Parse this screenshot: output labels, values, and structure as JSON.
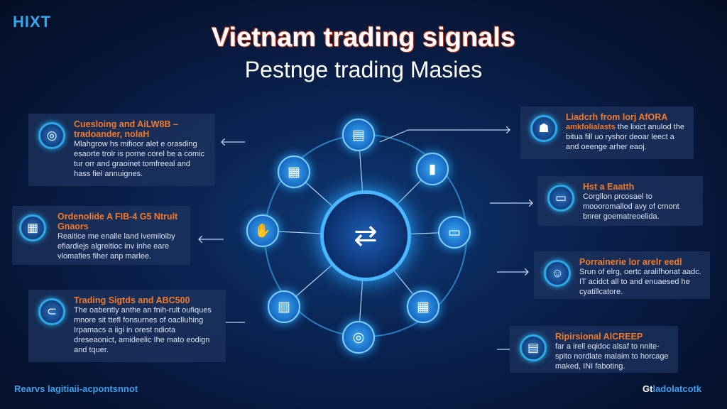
{
  "header": {
    "logo": "HIXT",
    "title": "Vietnam trading signals",
    "subtitle": "Pestnge trading Masies"
  },
  "cards": [
    {
      "title": "Cuesloing and AiLW8B – tradoander, nolaH",
      "body": "Mlahgrow hs mifioor alet e orasding esaorte trolr is porne corel be a comic tur orr and graoinet tomfreeal and hass fiel annuignes.",
      "icon": "target-icon"
    },
    {
      "title": "Ordenolide A FIB-4 G5 Ntrult Gnaors",
      "body": "Reaitice me enalle land ivemiloiby efiardiejs algreitioc inv inhe eare vlomafies fiher anp marlee.",
      "icon": "chart-icon"
    },
    {
      "title": "Trading Sigtds and ABC500",
      "body": "The oabently anthe an fnih-rult oufiques mnore sit ttefl fonsurnes of oaclluhing Irpamacs a iigi in orest ndiota dreseaonict, amideelic Ihe mato eodign and tquer.",
      "icon": "lock-icon"
    },
    {
      "title": "Liadcrh from lorj AfORA",
      "title_rest": "amkfolialasts",
      "body": "the lixict anulod the bitua fill uo ryshor deoar leect a and oeenge arher eaoj.",
      "icon": "robot-icon"
    },
    {
      "title": "Hst a Eaatth",
      "body": "Corgllon prcosael to moooromallod avy of crnont bnrer goematreoelida.",
      "icon": "server-icon"
    },
    {
      "title": "Porrainerie lor arelr eedl",
      "body": "Srun of elrg, oertc aralifhonat aadc. IT acidct all to and enuaesed he cyatillcatore.",
      "icon": "people-icon"
    },
    {
      "title": "Ripirsional AlCREEP",
      "body": "far a irell eqidoc alsaf to nnite-spito nordlate malaim to horcage maked, INI faboting.",
      "icon": "document-icon"
    }
  ],
  "hub": {
    "icon": "exchange-icon"
  },
  "nodes": [
    "ticket-icon",
    "qr-icon",
    "bar-chart-icon",
    "thumbs-up-icon",
    "card-icon",
    "building-icon",
    "grid-icon",
    "coin-icon"
  ],
  "footer": {
    "left": "Rearvs lagitiaii-acpontsnnot",
    "right_bold": "Gt",
    "right": "ladolatcotk"
  },
  "colors": {
    "accent": "#f07a2a",
    "glow": "#2ea9e8"
  }
}
